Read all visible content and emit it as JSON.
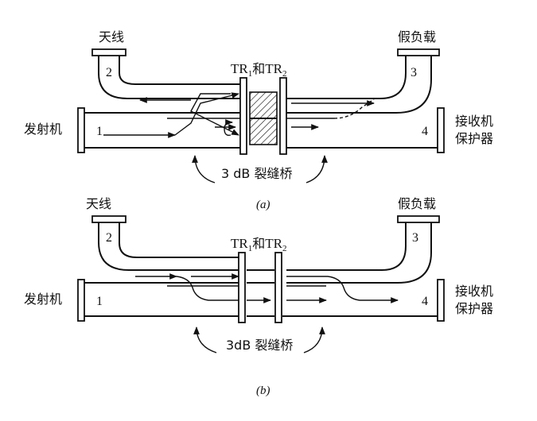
{
  "diagram_a": {
    "antenna": "天线",
    "dummy_load": "假负载",
    "transmitter": "发射机",
    "receiver_line1": "接收机",
    "receiver_line2": "保护器",
    "port1": "1",
    "port2": "2",
    "port3": "3",
    "port4": "4",
    "tr_main": "TR",
    "tr_sub1": "1",
    "tr_and": "和",
    "tr_main2": "TR",
    "tr_sub2": "2",
    "bridge": "3 dB 裂缝桥",
    "caption": "(a)"
  },
  "diagram_b": {
    "antenna": "天线",
    "dummy_load": "假负载",
    "transmitter": "发射机",
    "receiver_line1": "接收机",
    "receiver_line2": "保护器",
    "port1": "1",
    "port2": "2",
    "port3": "3",
    "port4": "4",
    "tr_main": "TR",
    "tr_sub1": "1",
    "tr_and": "和",
    "tr_main2": "TR",
    "tr_sub2": "2",
    "bridge": "3dB 裂缝桥",
    "caption": "(b)"
  }
}
